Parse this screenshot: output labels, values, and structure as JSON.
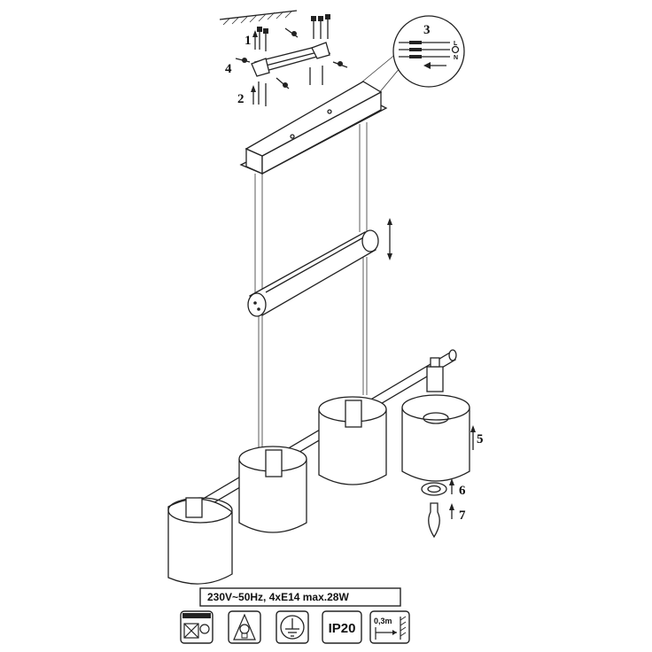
{
  "labels": {
    "step1": "1",
    "step2": "2",
    "step3": "3",
    "step4": "4",
    "step5": "5",
    "step6": "6",
    "step7": "7"
  },
  "wiring": {
    "live": "L",
    "neutral": "N"
  },
  "spec": {
    "text": "230V~50Hz, 4xE14  max.28W"
  },
  "symbols": {
    "protection_rating": "IP20",
    "distance": "0,3m"
  },
  "icons": [
    "ceiling-mount-no-insulation-icon",
    "no-covering-bulb-icon",
    "ground-symbol-icon",
    "ip20-icon",
    "min-distance-icon"
  ]
}
